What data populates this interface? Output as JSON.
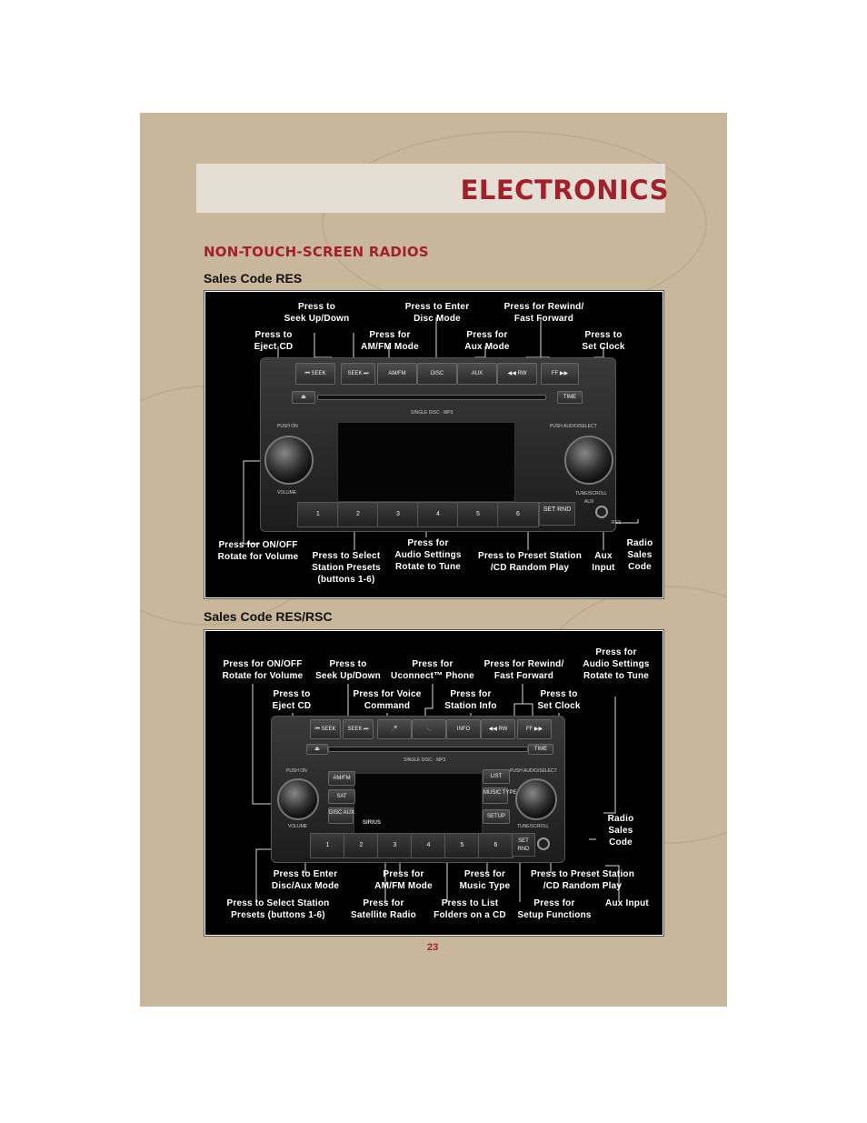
{
  "header": {
    "title": "ELECTRONICS"
  },
  "section": {
    "title": "NON-TOUCH-SCREEN RADIOS"
  },
  "page_number": "23",
  "colors": {
    "accent": "#a3202a",
    "page_bg": "#c9b79c",
    "panel_bg": "#000000"
  },
  "diagram1": {
    "code_label": "Sales Code RES",
    "labels": {
      "seek": [
        "Press to",
        "Seek Up/Down"
      ],
      "disc": [
        "Press to Enter",
        "Disc Mode"
      ],
      "rwff": [
        "Press for Rewind/",
        "Fast Forward"
      ],
      "eject": [
        "Press to",
        "Eject CD"
      ],
      "amfm": [
        "Press for",
        "AM/FM Mode"
      ],
      "aux": [
        "Press for",
        "Aux Mode"
      ],
      "clock": [
        "Press to",
        "Set Clock"
      ],
      "power": [
        "Press for ON/OFF",
        "Rotate for Volume"
      ],
      "presets": [
        "Press to Select",
        "Station Presets",
        "(buttons 1-6)"
      ],
      "audio": [
        "Press for",
        "Audio Settings",
        "Rotate to Tune"
      ],
      "random": [
        "Press to Preset Station",
        "/CD Random Play"
      ],
      "auxin": [
        "Aux",
        "Input"
      ],
      "salescode": [
        "Radio",
        "Sales",
        "Code"
      ]
    },
    "radio": {
      "buttons": [
        "⏮ SEEK",
        "SEEK ⏭",
        "AM/FM",
        "DISC",
        "AUX",
        "◀◀ RW",
        "FF ▶▶"
      ],
      "eject": "⏏",
      "time": "TIME",
      "slot_text": "SINGLE DISC · MP3",
      "push_on": "PUSH ON",
      "volume": "VOLUME",
      "push_audio": "PUSH AUDIO/SELECT",
      "tune": "TUNE/SCROLL",
      "aux": "AUX",
      "res": "RES",
      "numbers": [
        "1",
        "2",
        "3",
        "4",
        "5",
        "6"
      ],
      "setrnd": "SET RND"
    }
  },
  "diagram2": {
    "code_label": "Sales Code RES/RSC",
    "labels": {
      "power": [
        "Press for ON/OFF",
        "Rotate for Volume"
      ],
      "seek": [
        "Press to",
        "Seek Up/Down"
      ],
      "phone": [
        "Press for",
        "Uconnect™ Phone"
      ],
      "rwff": [
        "Press for Rewind/",
        "Fast Forward"
      ],
      "audio": [
        "Press for",
        "Audio Settings",
        "Rotate to Tune"
      ],
      "eject": [
        "Press to",
        "Eject CD"
      ],
      "voice": [
        "Press for Voice",
        "Command"
      ],
      "info": [
        "Press for",
        "Station Info"
      ],
      "clock": [
        "Press to",
        "Set Clock"
      ],
      "salescode": [
        "Radio",
        "Sales",
        "Code"
      ],
      "disc": [
        "Press to Enter",
        "Disc/Aux Mode"
      ],
      "amfm": [
        "Press for",
        "AM/FM Mode"
      ],
      "music": [
        "Press for",
        "Music Type"
      ],
      "random": [
        "Press to Preset Station",
        "/CD Random Play"
      ],
      "presets": [
        "Press to Select Station",
        "Presets (buttons 1-6)"
      ],
      "sat": [
        "Press for",
        "Satellite Radio"
      ],
      "list": [
        "Press to List",
        "Folders on a CD"
      ],
      "setup": [
        "Press for",
        "Setup Functions"
      ],
      "auxin": [
        "Aux Input"
      ]
    },
    "radio": {
      "buttons": [
        "⏮ SEEK",
        "SEEK ⏭",
        "🎤",
        "📞",
        "INFO",
        "◀◀ RW",
        "FF ▶▶"
      ],
      "eject": "⏏",
      "time": "TIME",
      "slot_text": "SINGLE DISC · MP3",
      "push_on": "PUSH ON",
      "volume": "VOLUME",
      "push_audio": "PUSH AUDIO/SELECT",
      "tune": "TUNE/SCROLL",
      "left_btns": [
        "AM/FM",
        "SAT",
        "DISC AUX"
      ],
      "right_btns": [
        "LIST",
        "MUSIC TYPE",
        "SETUP"
      ],
      "sirius": "SIRIUS",
      "numbers": [
        "1",
        "2",
        "3",
        "4",
        "5",
        "6"
      ],
      "setrnd": "SET RND"
    }
  }
}
